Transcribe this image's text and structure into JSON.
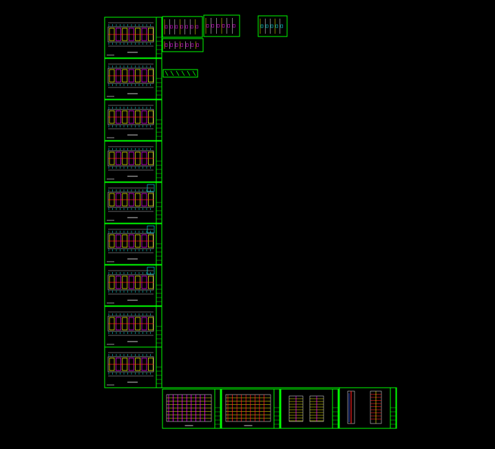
{
  "viewport": {
    "background": "#000000"
  },
  "colors": {
    "frame": "#00ff00",
    "wall": "#ff00ff",
    "accent_red": "#ff2020",
    "accent_yellow": "#ffff00",
    "accent_cyan": "#00ffff",
    "accent_white": "#ffffff",
    "accent_blue": "#4060ff"
  },
  "sheets": {
    "floor_plans": {
      "count": 9
    },
    "detail_sheets": {
      "count": 4
    },
    "elevation_sheets": {
      "count": 4
    }
  }
}
